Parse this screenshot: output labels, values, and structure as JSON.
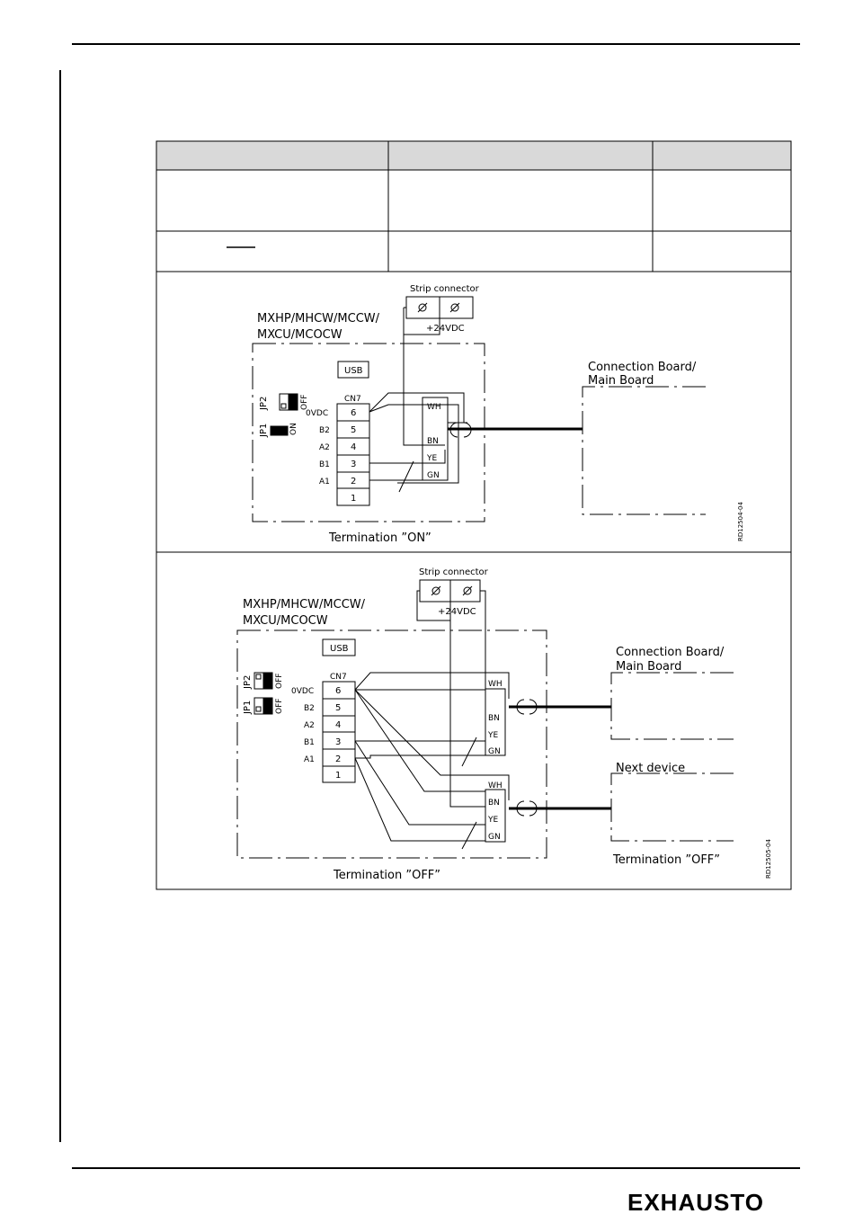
{
  "brand": {
    "logo_text": "EXHAUSTO"
  },
  "table": {
    "header_cells": [
      "",
      "",
      ""
    ],
    "row1_cells": [
      "",
      "",
      ""
    ],
    "row2_cells": [
      "",
      "",
      ""
    ]
  },
  "diagram_on": {
    "strip_connector": "Strip connector",
    "supply": "+24VDC",
    "unit_line1": "MXHP/MHCW/MCCW/",
    "unit_line2": "MXCU/MCOCW",
    "usb": "USB",
    "cn7": "CN7",
    "jp1": "JP1",
    "jp2": "JP2",
    "jp1_state": "ON",
    "jp2_state": "OFF",
    "pins": [
      "6",
      "5",
      "4",
      "3",
      "2",
      "1"
    ],
    "pin_labels": [
      "0VDC",
      "B2",
      "A2",
      "B1",
      "A1",
      ""
    ],
    "wires": [
      "WH",
      "BN",
      "YE",
      "GN"
    ],
    "board_line1": "Connection Board/",
    "board_line2": "Main Board",
    "termination": "Termination ”ON”",
    "ref": "RD12504-04"
  },
  "diagram_off": {
    "strip_connector": "Strip connector",
    "supply": "+24VDC",
    "unit_line1": "MXHP/MHCW/MCCW/",
    "unit_line2": "MXCU/MCOCW",
    "usb": "USB",
    "cn7": "CN7",
    "jp1": "JP1",
    "jp2": "JP2",
    "jp1_state": "OFF",
    "jp2_state": "OFF",
    "pins": [
      "6",
      "5",
      "4",
      "3",
      "2",
      "1"
    ],
    "pin_labels": [
      "0VDC",
      "B2",
      "A2",
      "B1",
      "A1",
      ""
    ],
    "wires_a": [
      "WH",
      "BN",
      "YE",
      "GN"
    ],
    "wires_b": [
      "WH",
      "BN",
      "YE",
      "GN"
    ],
    "board_line1": "Connection Board/",
    "board_line2": "Main Board",
    "next_device": "Next device",
    "termination_local": "Termination ”OFF”",
    "termination_remote": "Termination ”OFF”",
    "ref": "RD12505-04"
  }
}
